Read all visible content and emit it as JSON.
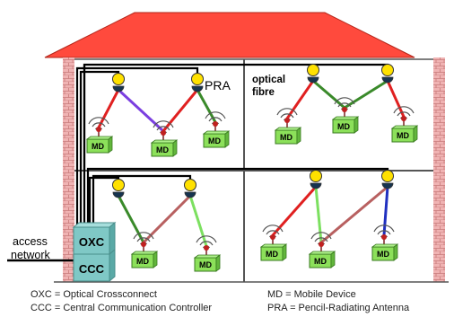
{
  "labels": {
    "pra": "PRA",
    "optical_fibre": [
      "optical",
      "fibre"
    ],
    "access_network": [
      "access",
      "network"
    ],
    "oxc": "OXC",
    "ccc": "CCC",
    "md": "MD"
  },
  "legend": {
    "oxc": "OXC = Optical Crossconnect",
    "ccc": "CCC = Central Communication Controller",
    "md": "MD = Mobile Device",
    "pra": "PRA = Pencil-Radiating Antenna"
  },
  "colors": {
    "roof": "#ff4a3d",
    "roof_stroke": "#b22418",
    "brick": "#f0b3b3",
    "brick_line": "#c77a7a",
    "wall_line": "#555555",
    "fibre": "#000000",
    "controller_box": "#7fc8c6",
    "device_box": "#8ce05a",
    "link_red": "#e02020",
    "link_purple": "#7b3fe0",
    "link_green": "#3a8a2a",
    "link_light_green": "#7ce060",
    "link_brown": "#b86060",
    "link_blue": "#2030c0",
    "antenna_yellow": "#ffe100"
  }
}
